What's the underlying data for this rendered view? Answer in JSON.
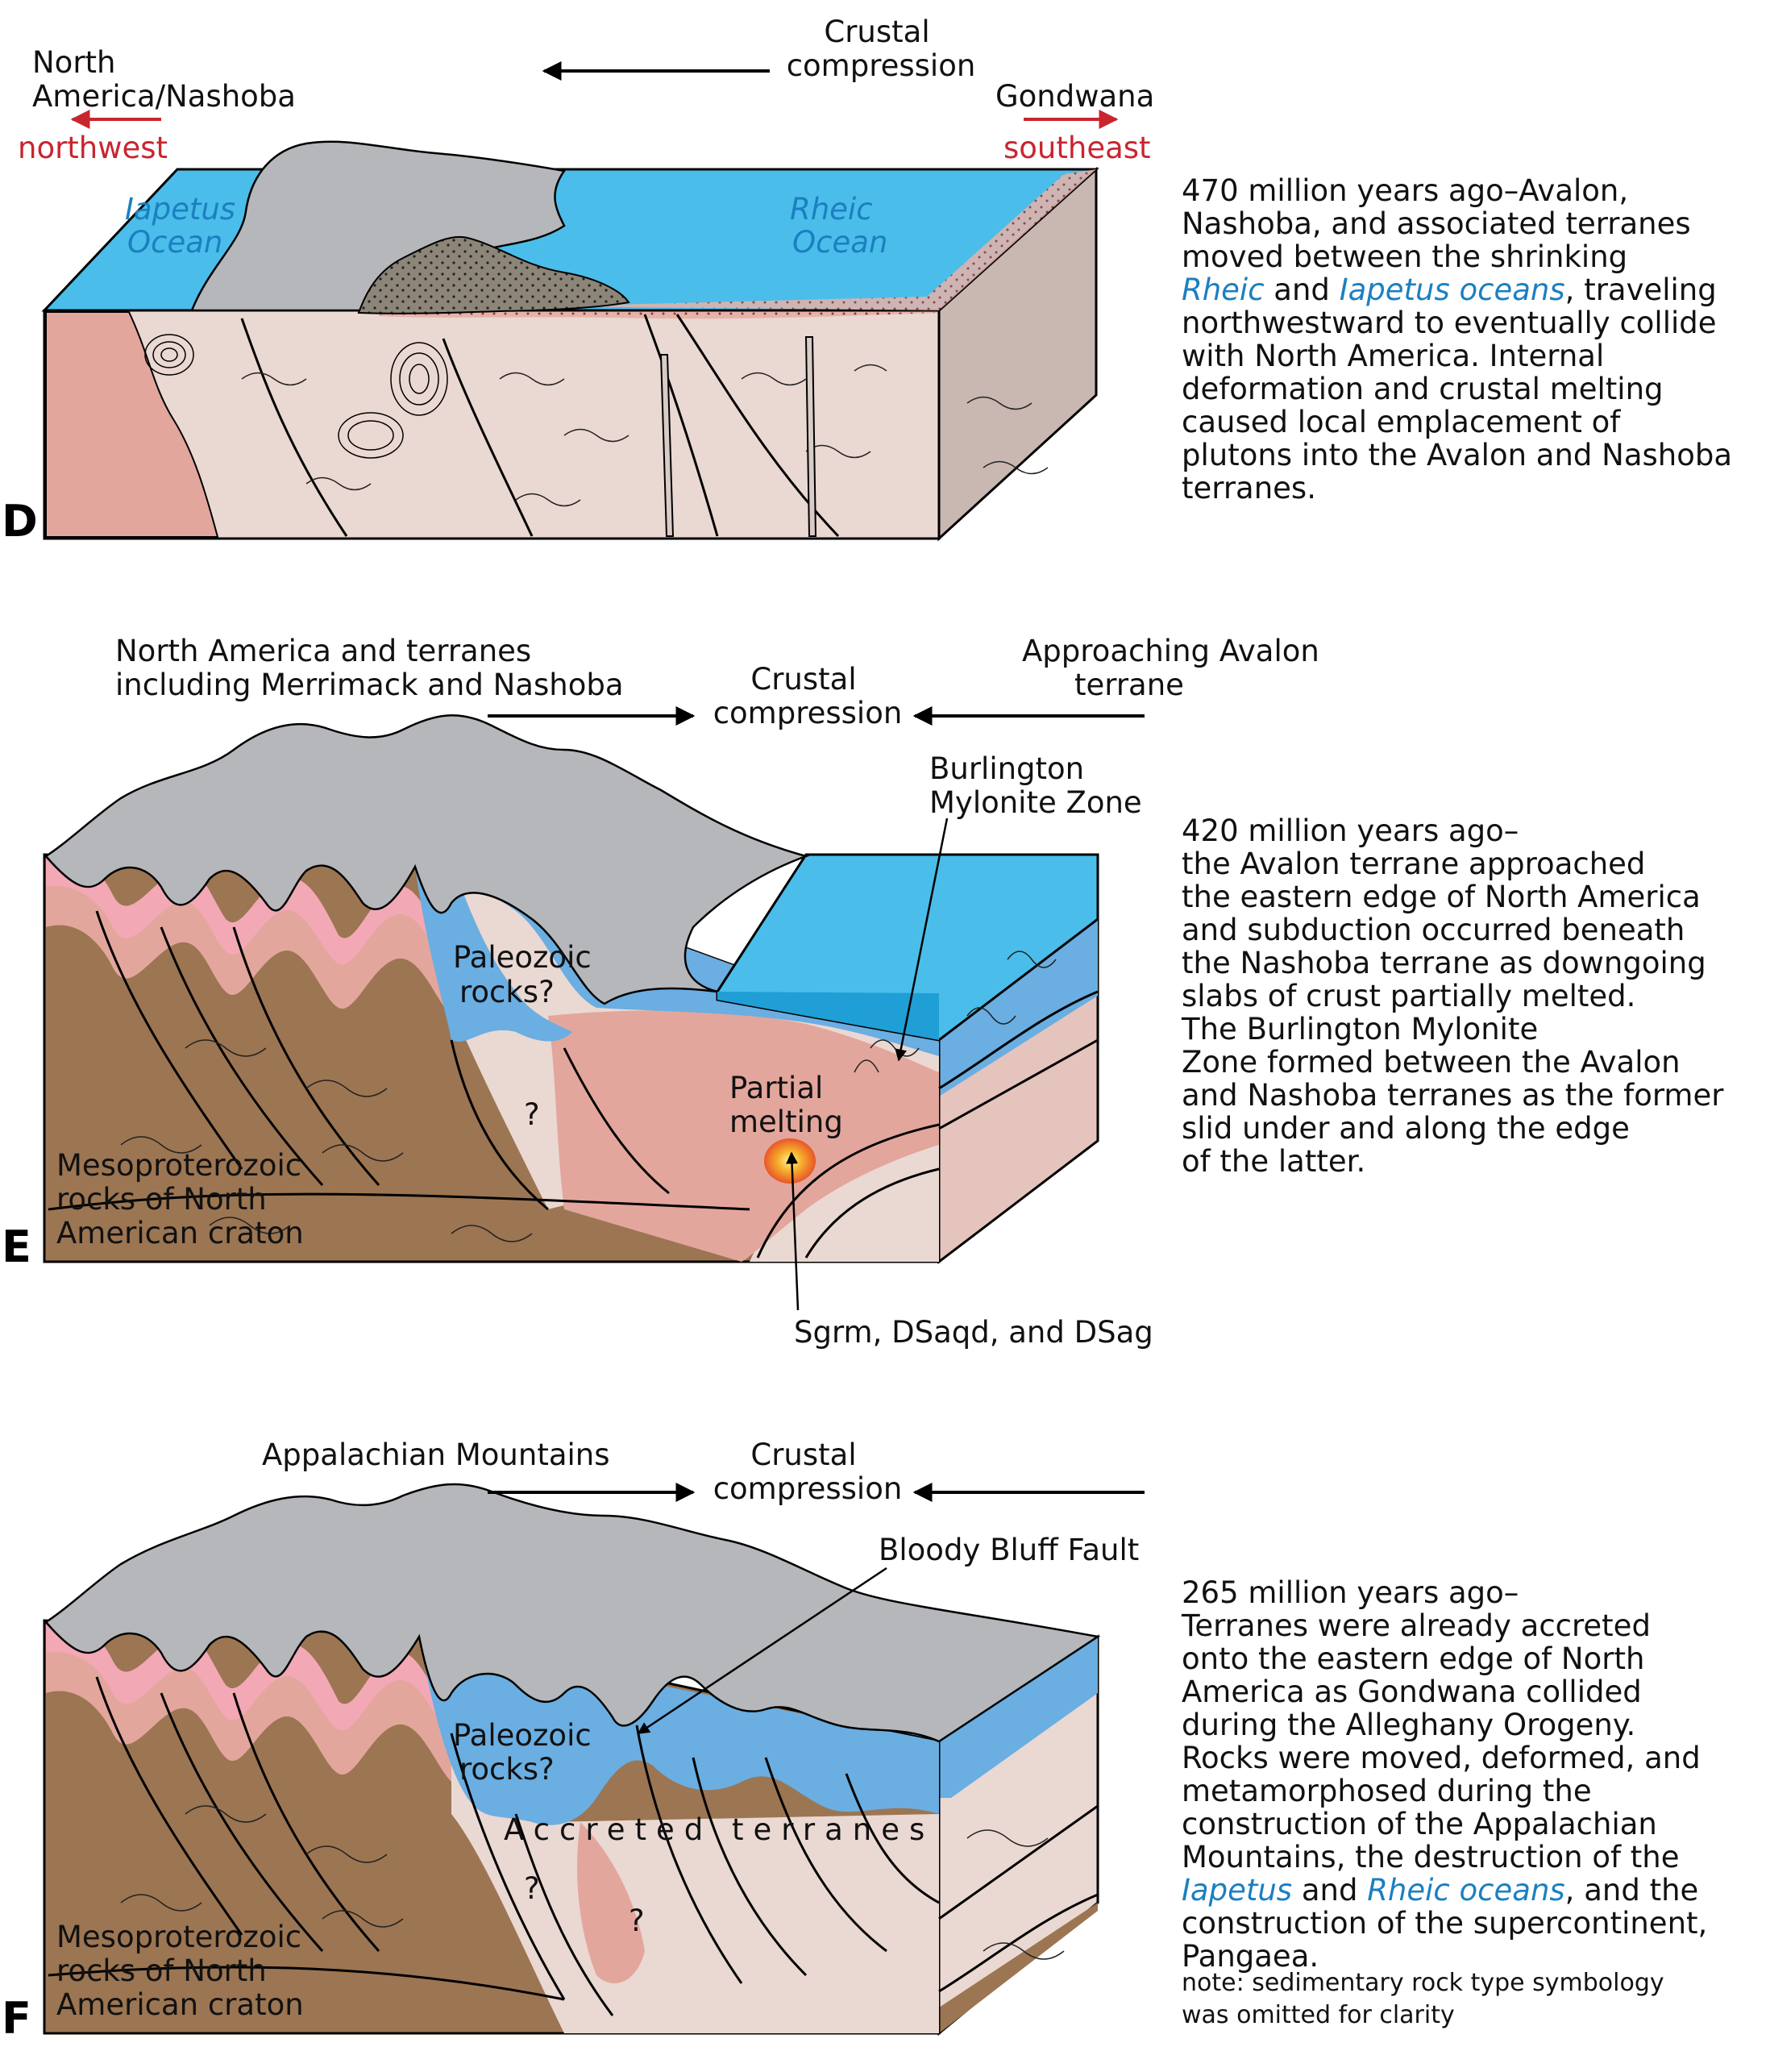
{
  "panel_d": {
    "letter": "D",
    "left_label_1": "North",
    "left_label_2": "America/Nashoba",
    "left_direction": "northwest",
    "top_label_1": "Crustal",
    "top_label_2": "compression",
    "right_label": "Gondwana",
    "right_direction": "southeast",
    "ocean_left_1": "Iapetus",
    "ocean_left_2": "Ocean",
    "ocean_right_1": "Rheic",
    "ocean_right_2": "Ocean",
    "caption_lines": [
      "470 million years ago–Avalon,",
      "Nashoba, and associated terranes",
      "moved between the shrinking",
      "",
      "northwestward to eventually collide",
      "with North America. Internal",
      "deformation and crustal melting",
      "caused local emplacement of",
      "plutons into the Avalon and Nashoba",
      "terranes."
    ],
    "caption_line4_parts": [
      "Rheic",
      " and ",
      "Iapetus oceans",
      ", traveling"
    ]
  },
  "panel_e": {
    "letter": "E",
    "top_left_1": "North America and terranes",
    "top_left_2": "including Merrimack and Nashoba",
    "top_mid_1": "Crustal",
    "top_mid_2": "compression",
    "top_right_1": "Approaching Avalon",
    "top_right_2": "terrane",
    "burlington_1": "Burlington",
    "burlington_2": "Mylonite Zone",
    "paleozoic_1": "Paleozoic",
    "paleozoic_2": "rocks?",
    "question": "?",
    "partial_1": "Partial",
    "partial_2": "melting",
    "meso_1": "Mesoproterozoic",
    "meso_2": "rocks of North",
    "meso_3": "American craton",
    "bottom_label": "Sgrm, DSaqd, and DSag",
    "caption_lines": [
      "420 million years ago–",
      "the Avalon terrane approached",
      "the eastern edge of North America",
      "and subduction occurred beneath",
      "the Nashoba terrane as downgoing",
      "slabs of crust partially melted.",
      "The Burlington Mylonite",
      "Zone formed between the Avalon",
      "and Nashoba terranes as the former",
      "slid under and along the edge",
      "of the latter."
    ]
  },
  "panel_f": {
    "letter": "F",
    "top_left": "Appalachian Mountains",
    "top_mid_1": "Crustal",
    "top_mid_2": "compression",
    "fault_label": "Bloody Bluff Fault",
    "paleozoic_1": "Paleozoic",
    "paleozoic_2": "rocks?",
    "accreted": "Accreted terranes",
    "question": "?",
    "meso_1": "Mesoproterozoic",
    "meso_2": "rocks of North",
    "meso_3": "American craton",
    "caption_lines": [
      "265 million years ago–",
      "Terranes were already accreted",
      "onto the eastern edge of North",
      "America as Gondwana collided",
      "during the Alleghany Orogeny.",
      "Rocks were moved, deformed, and",
      "metamorphosed during the",
      "construction of the Appalachian",
      "Mountains, the destruction of the",
      "",
      "construction of the supercontinent,",
      "Pangaea."
    ],
    "caption_line10_parts": [
      "Iapetus",
      " and ",
      "Rheic oceans",
      ", and the"
    ],
    "note": "note: sedimentary rock  type symbology\nwas omitted for clarity"
  },
  "colors": {
    "ocean_light": "#4bbdea",
    "ocean_dark": "#1f9fd6",
    "mountains": "#b5b7ba",
    "crust_pink": "#e3a69c",
    "crust_light": "#ecd8d2",
    "craton_brown": "#9c7552",
    "paleozoic_blue": "#6aaee2",
    "arrow_red": "#c9252f",
    "text_blue": "#1b7fc1"
  }
}
